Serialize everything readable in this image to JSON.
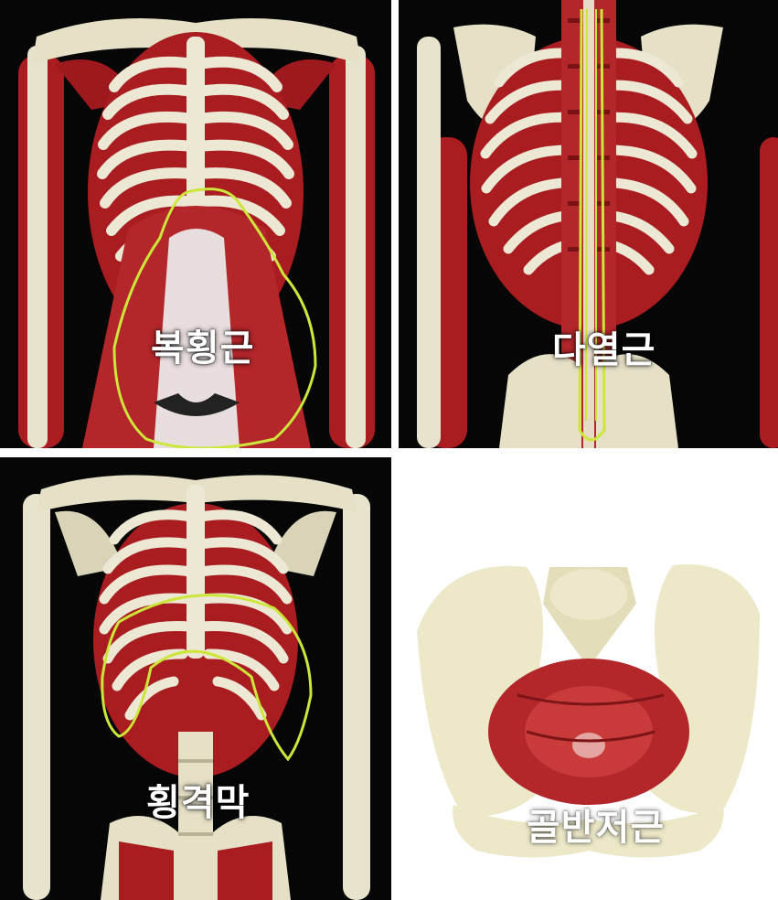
{
  "panels": {
    "transverse_abdominis": {
      "label": "복횡근"
    },
    "multifidus": {
      "label": "다열근"
    },
    "diaphragm": {
      "label": "횡격막"
    },
    "pelvic_floor": {
      "label": "골반저근"
    }
  },
  "colors": {
    "background_dark": "#050505",
    "bone": "#ece8d4",
    "muscle": "#b01f22",
    "outline_highlight": "#cde63a",
    "label_text": "#ffffff"
  }
}
